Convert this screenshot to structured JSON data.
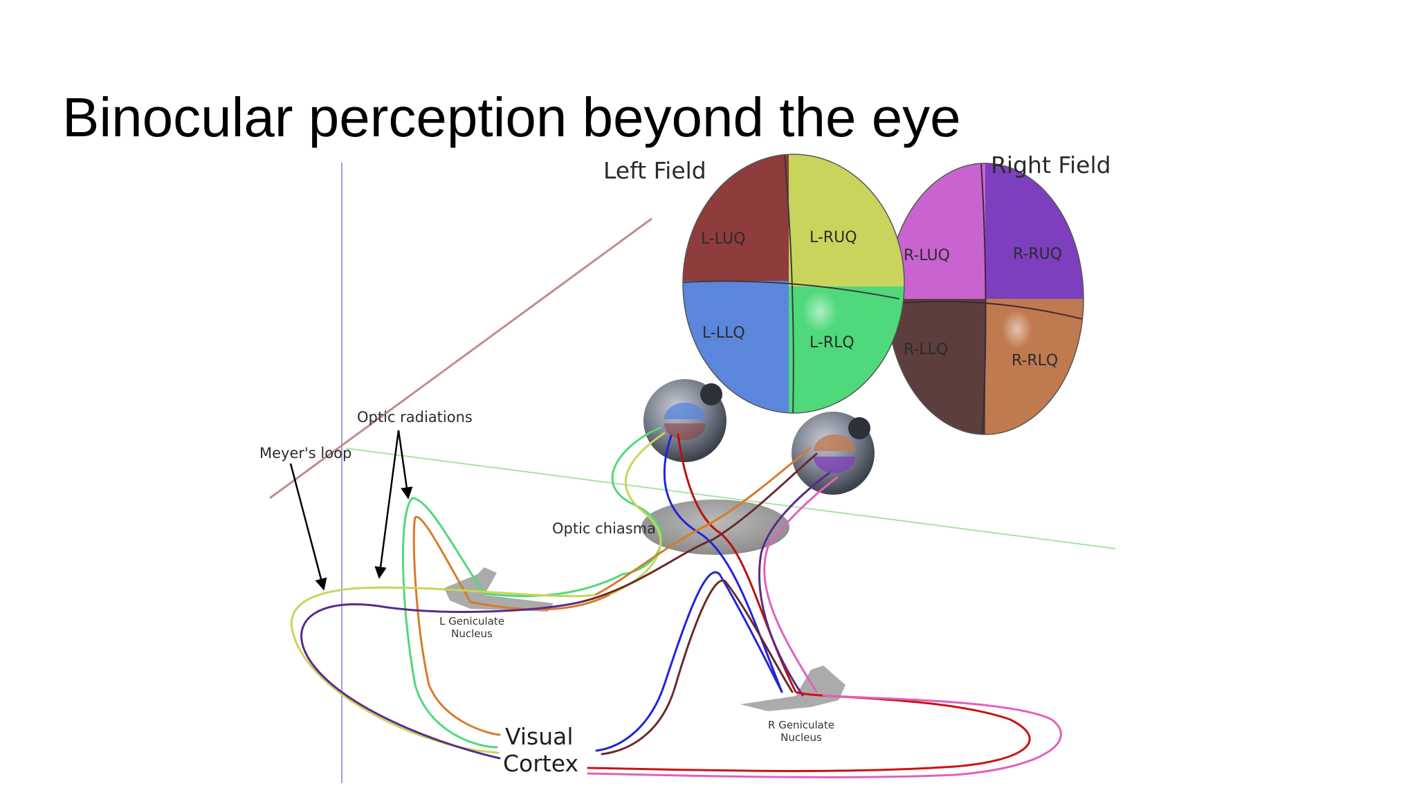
{
  "slide": {
    "title": "Binocular perception beyond the eye"
  },
  "diagram": {
    "left_field_label": "Left Field",
    "right_field_label": "Right Field",
    "quadrants": {
      "l_luq": "L-LUQ",
      "l_ruq": "L-RUQ",
      "l_llq": "L-LLQ",
      "l_rlq": "L-RLQ",
      "r_luq": "R-LUQ",
      "r_ruq": "R-RUQ",
      "r_llq": "R-LLQ",
      "r_rlq": "R-RLQ"
    },
    "quadrant_colors": {
      "l_luq": "#8e3c3c",
      "l_ruq": "#c9d45c",
      "l_llq": "#5b86dc",
      "l_rlq": "#4fd97a",
      "r_luq": "#c963d0",
      "r_ruq": "#7d3fbe",
      "r_llq": "#5c3e3c",
      "r_rlq": "#c07a50"
    },
    "labels": {
      "optic_radiations": "Optic radiations",
      "meyers_loop": "Meyer's loop",
      "optic_chiasma": "Optic chiasma",
      "l_geniculate_line1": "L Geniculate",
      "l_geniculate_line2": "Nucleus",
      "r_geniculate_line1": "R Geniculate",
      "r_geniculate_line2": "Nucleus",
      "visual_line1": "Visual",
      "visual_line2": "Cortex"
    }
  }
}
